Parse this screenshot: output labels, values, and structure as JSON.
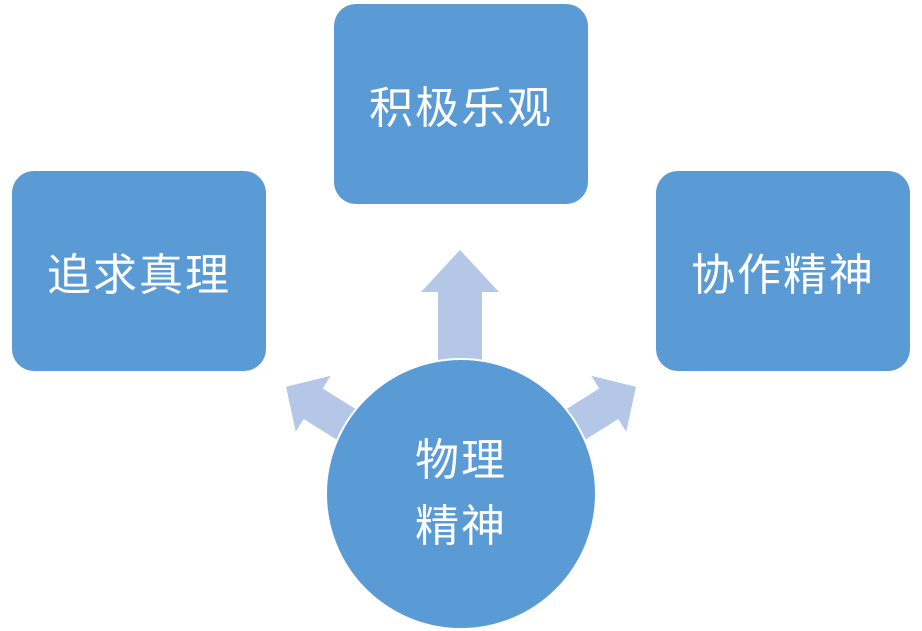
{
  "nodes": {
    "center": {
      "line1": "物理",
      "line2": "精神"
    },
    "top": {
      "label": "积极乐观"
    },
    "left": {
      "label": "追求真理"
    },
    "right": {
      "label": "协作精神"
    }
  },
  "colors": {
    "node_fill": "#5b9bd5",
    "arrow_fill": "#b4c7e7",
    "text": "#ffffff"
  }
}
